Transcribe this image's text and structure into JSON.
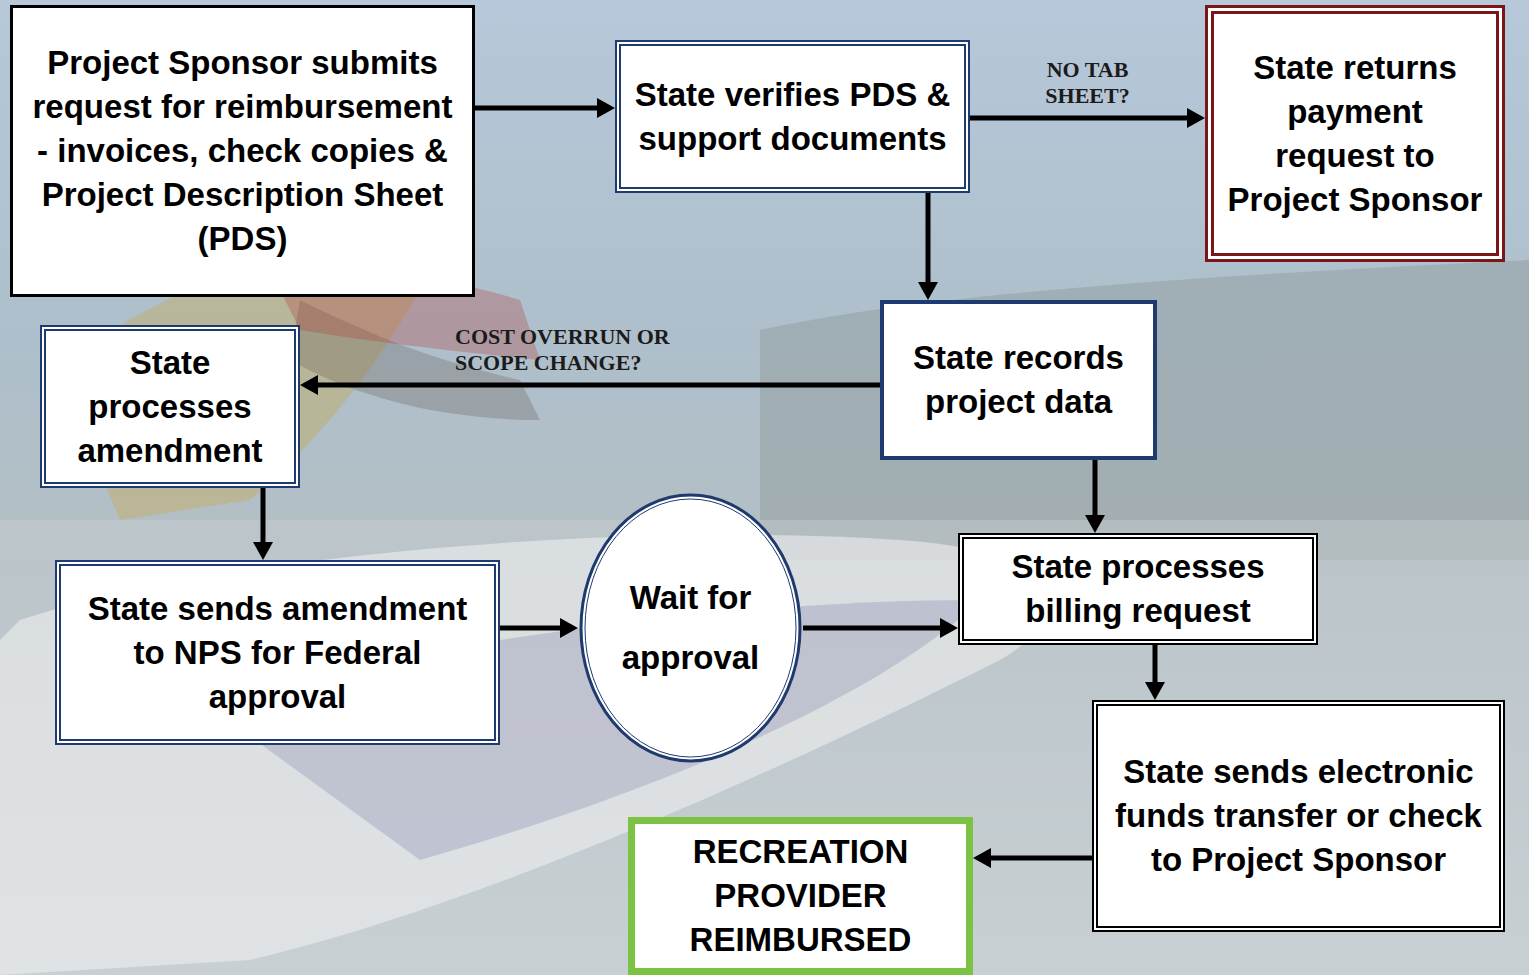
{
  "diagram": {
    "nodes": [
      {
        "text": [
          "Project Sponsor submits request for reimbursement - invoices, check copies & Project Description Sheet (PDS)"
        ]
      },
      {
        "text": [
          "State verifies PDS & support documents"
        ]
      },
      {
        "text": [
          "State returns payment request to Project Sponsor"
        ]
      },
      {
        "text": [
          "State records project data"
        ]
      },
      {
        "text": [
          "State processes amendment"
        ]
      },
      {
        "text": [
          "State sends amendment to NPS for Federal approval"
        ]
      },
      {
        "text": [
          "Wait for approval"
        ]
      },
      {
        "text": [
          "State processes billing request"
        ]
      },
      {
        "text": [
          "State sends electronic funds transfer or check to Project Sponsor"
        ]
      },
      {
        "text": [
          "RECREATION PROVIDER REIMBURSED"
        ]
      }
    ],
    "edges": [
      {
        "from": 0,
        "to": 1,
        "arrow": "to"
      },
      {
        "from": 1,
        "to": 2,
        "label": "NO TAB SHEET?",
        "arrow": "to"
      },
      {
        "from": 1,
        "to": 3,
        "arrow": "to"
      },
      {
        "from": 3,
        "to": 4,
        "label": "COST OVERRUN OR SCOPE CHANGE?",
        "arrow": "to"
      },
      {
        "from": 4,
        "to": 5,
        "arrow": "to"
      },
      {
        "from": 5,
        "to": 6,
        "arrow": "to"
      },
      {
        "from": 6,
        "to": 7,
        "arrow": "to"
      },
      {
        "from": 3,
        "to": 7,
        "arrow": "to"
      },
      {
        "from": 7,
        "to": 8,
        "arrow": "to"
      },
      {
        "from": 8,
        "to": 9,
        "arrow": "to"
      }
    ]
  }
}
